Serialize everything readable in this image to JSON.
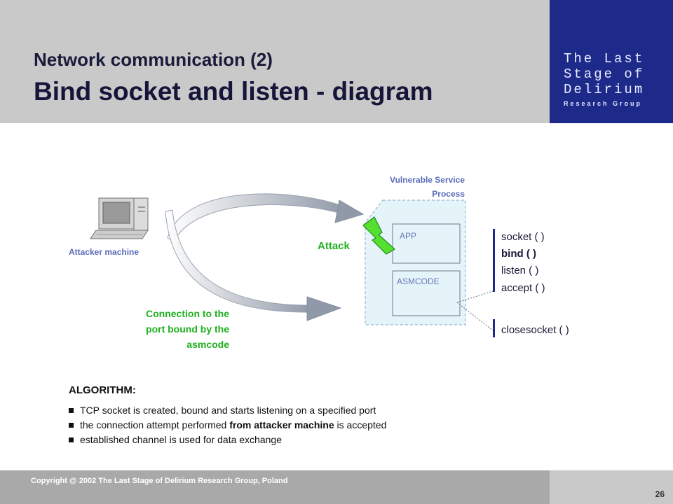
{
  "header": {
    "title_line1": "Network communication (2)",
    "title_line2": "Bind socket and listen - diagram"
  },
  "logo": {
    "line1": "The Last",
    "line2": "Stage of",
    "line3": "Delirium",
    "line4": "Research Group"
  },
  "diagram": {
    "process_label_1": "Vulnerable Service",
    "process_label_2": "Process",
    "attacker_label": "Attacker machine",
    "attack_label": "Attack",
    "connection_label_1": "Connection to the",
    "connection_label_2": "port bound by the",
    "connection_label_3": "asmcode",
    "app_label": "APP",
    "asmcode_label": "ASMCODE",
    "functions": [
      "socket ( )",
      "bind ( )",
      "listen ( )",
      "accept ( )"
    ],
    "close_function": "closesocket ( )"
  },
  "algorithm": {
    "title": "ALGORITHM:",
    "item1": "TCP socket is created, bound and starts listening on a specified port",
    "item2_pre": "the connection attempt performed ",
    "item2_bold": "from attacker machine",
    "item2_post": " is accepted",
    "item3": "established channel is used for data exchange"
  },
  "footer": {
    "copyright": "Copyright @ 2002 The Last Stage of Delirium Research Group, Poland",
    "page_number": "26"
  },
  "colors": {
    "header_bg": "#c9c9c9",
    "logo_bg": "#1e2a8a",
    "label_blue": "#5a6bb8",
    "label_green": "#1fb01f",
    "process_fill": "#e4f4f8"
  },
  "icons": [
    "computer-icon",
    "lightning-bolt-icon",
    "curved-arrow-icon"
  ]
}
